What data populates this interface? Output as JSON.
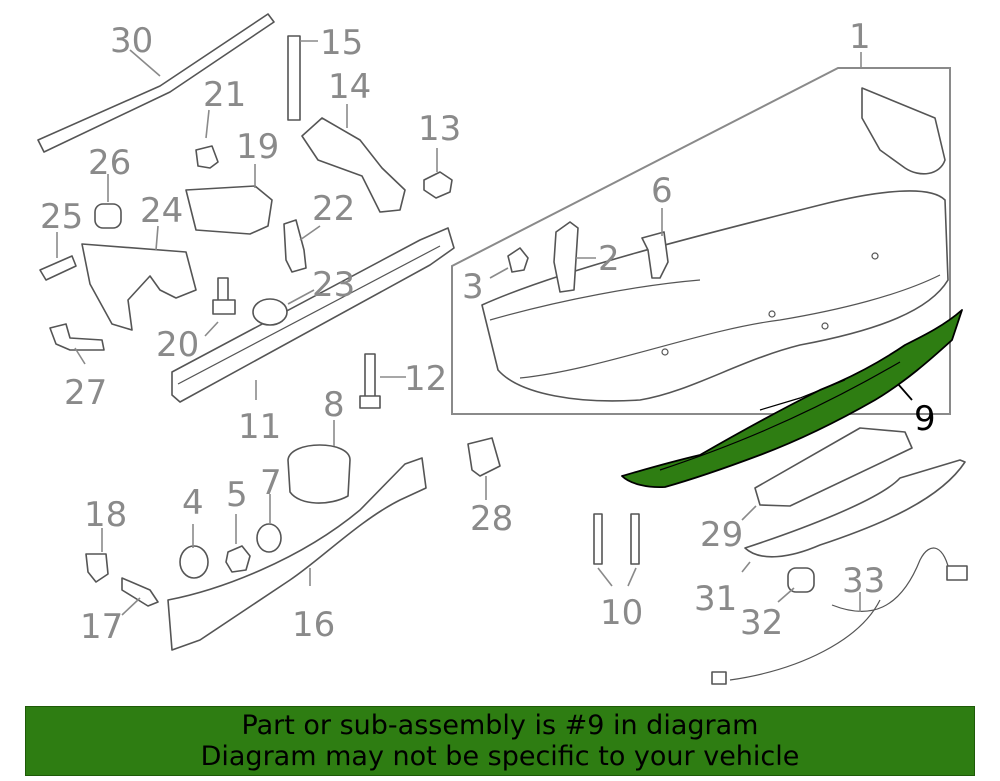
{
  "callouts": {
    "p1": "1",
    "p2": "2",
    "p3": "3",
    "p4": "4",
    "p5": "5",
    "p6": "6",
    "p7": "7",
    "p8": "8",
    "p9": "9",
    "p10": "10",
    "p11": "11",
    "p12": "12",
    "p13": "13",
    "p14": "14",
    "p15": "15",
    "p16": "16",
    "p17": "17",
    "p18": "18",
    "p19": "19",
    "p20": "20",
    "p21": "21",
    "p22": "22",
    "p23": "23",
    "p24": "24",
    "p25": "25",
    "p26": "26",
    "p27": "27",
    "p28": "28",
    "p29": "29",
    "p30": "30",
    "p31": "31",
    "p32": "32",
    "p33": "33"
  },
  "highlight": {
    "part": "9",
    "color": "#2e7d12"
  },
  "banner": {
    "line1": "Part or sub-assembly is #9 in diagram",
    "line2": "Diagram may not be specific to your vehicle",
    "color": "#2e7d12"
  }
}
